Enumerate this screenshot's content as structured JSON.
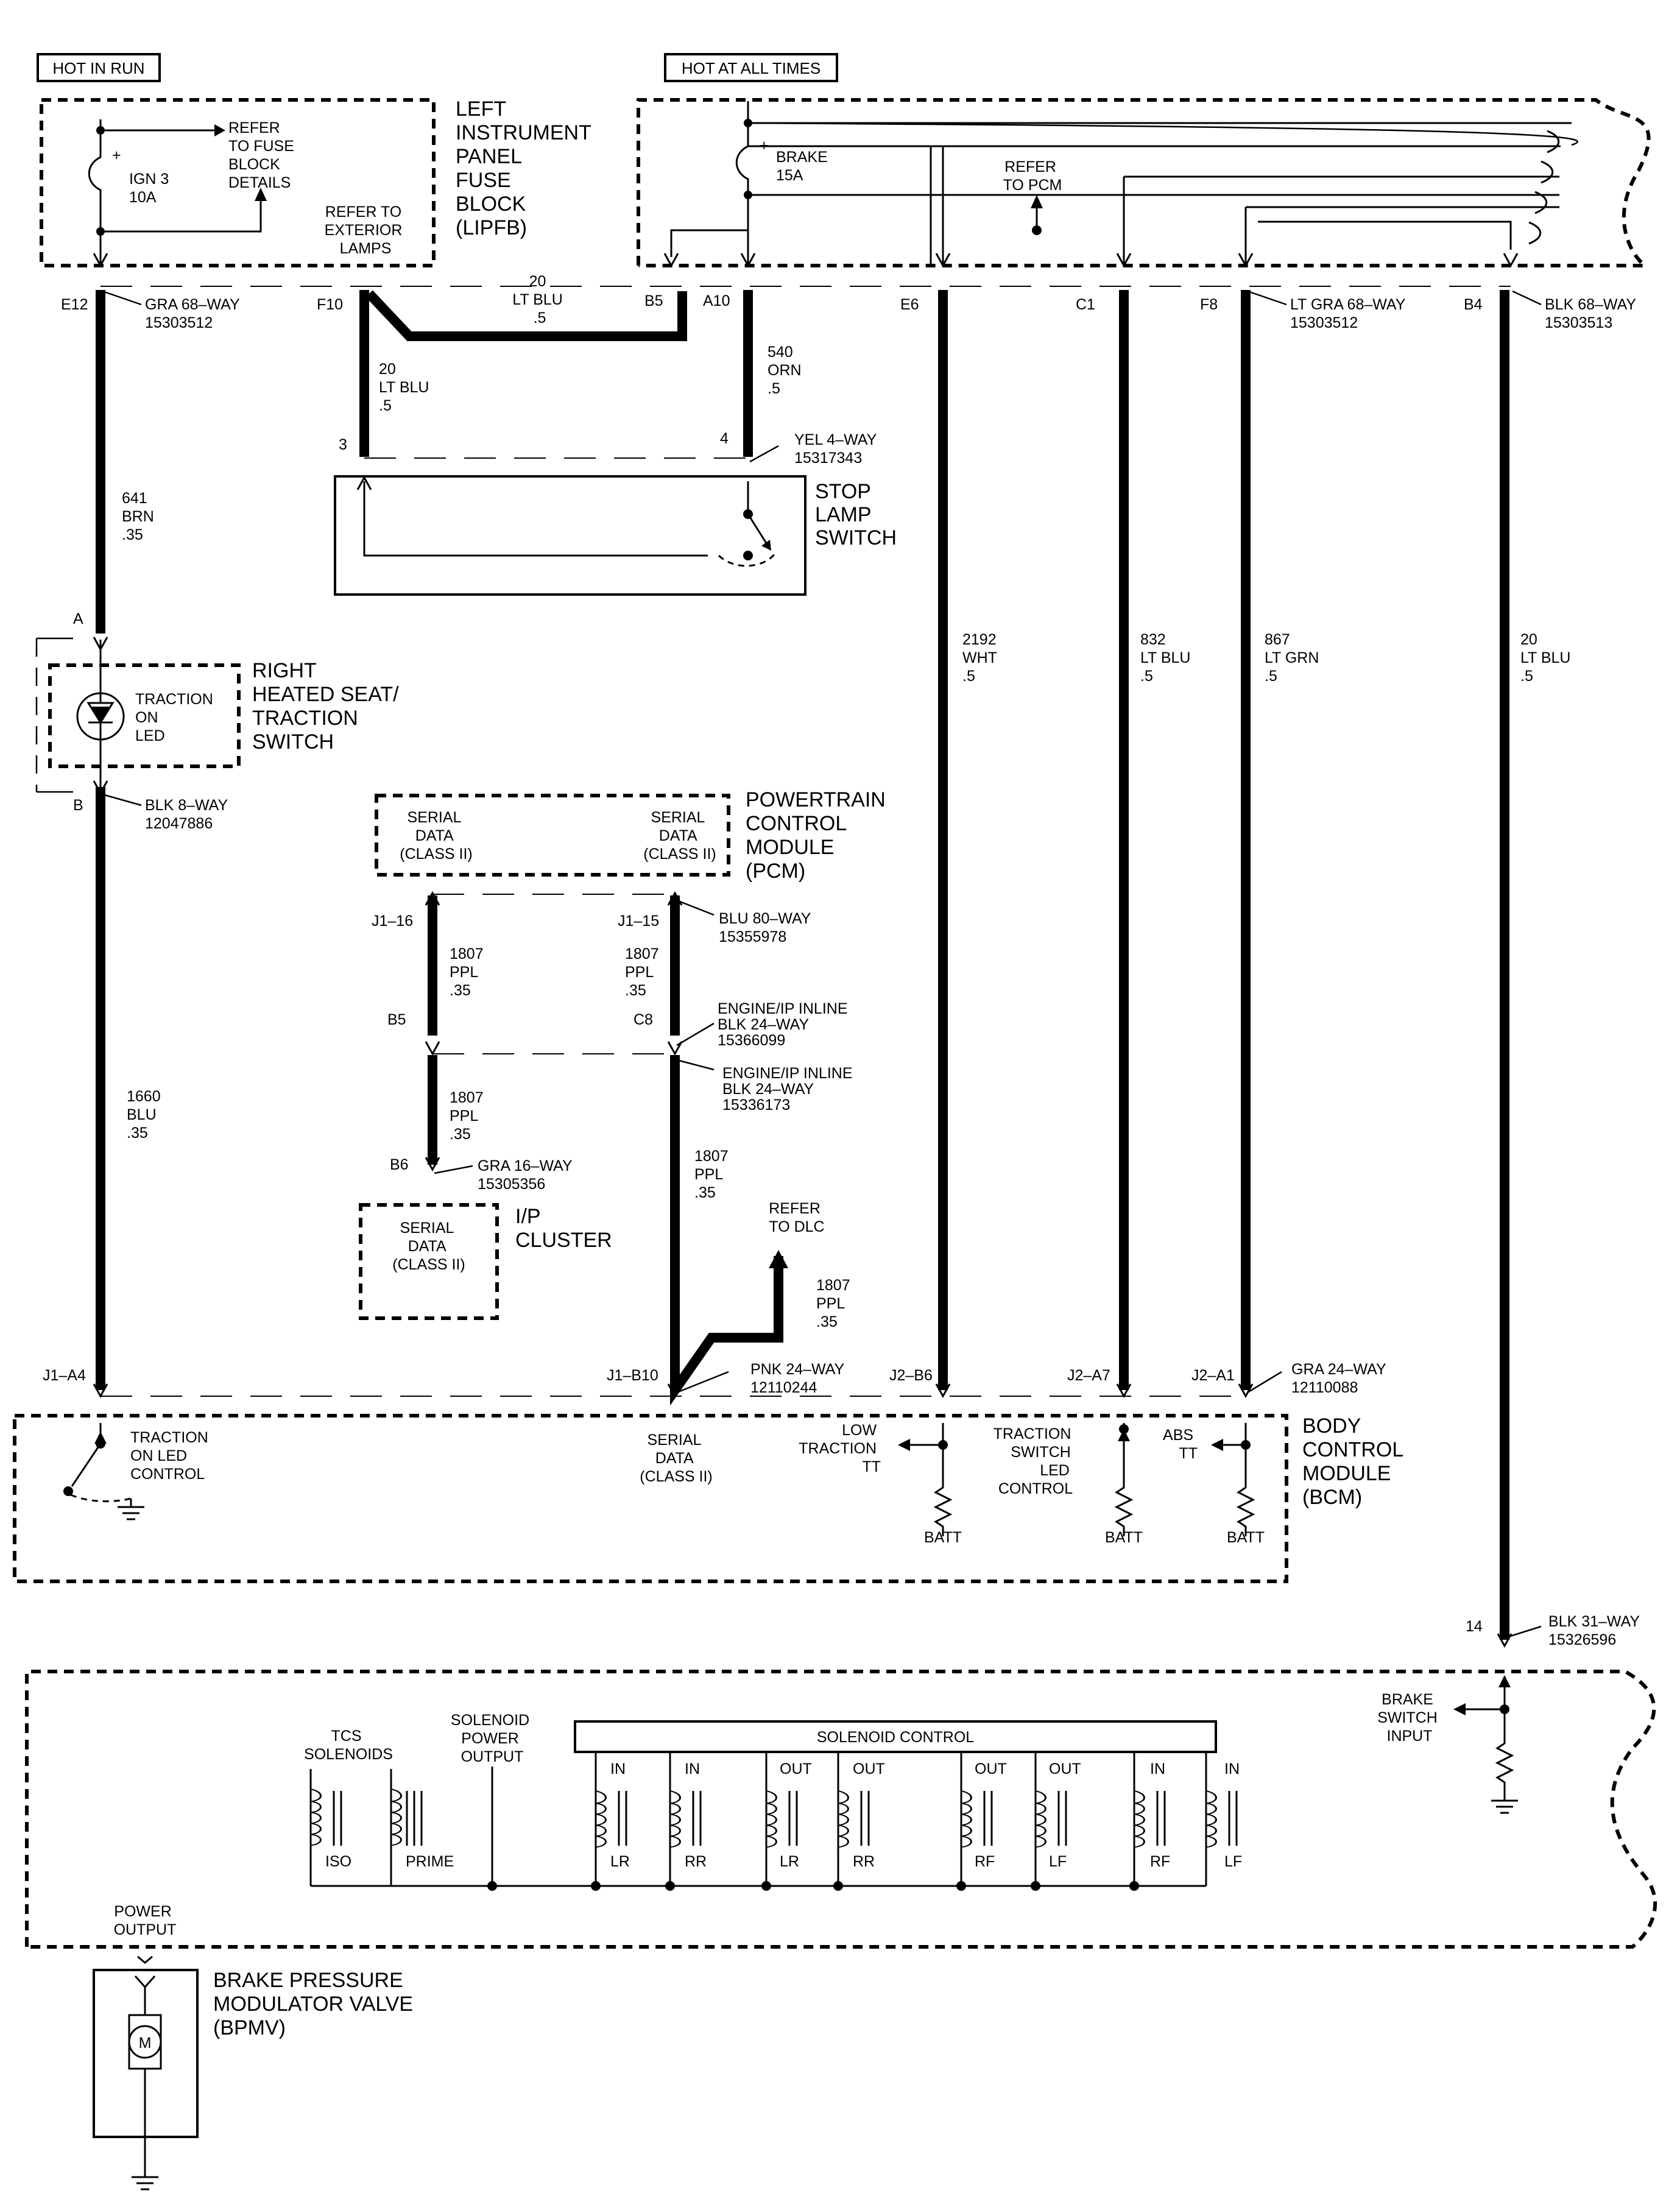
{
  "top": {
    "hot_in_run": "HOT IN RUN",
    "hot_at_all_times": "HOT AT ALL TIMES"
  },
  "lipfb": {
    "title": [
      "LEFT",
      "INSTRUMENT",
      "PANEL",
      "FUSE",
      "BLOCK",
      "(LIPFB)"
    ],
    "ign_fuse": [
      "IGN 3",
      "10A"
    ],
    "brake_fuse": [
      "BRAKE",
      "15A"
    ],
    "refer_fuse": [
      "REFER",
      "TO FUSE",
      "BLOCK",
      "DETAILS"
    ],
    "refer_ext": [
      "REFER TO",
      "EXTERIOR",
      "LAMPS"
    ],
    "refer_pcm": [
      "REFER",
      "TO PCM"
    ],
    "pins": [
      "E12",
      "F10",
      "B5",
      "A10",
      "E6",
      "C1",
      "F8",
      "B4"
    ],
    "conn_left": [
      "GRA 68–WAY",
      "15303512"
    ],
    "conn_right1": [
      "LT GRA 68–WAY",
      "15303512"
    ],
    "conn_right2": [
      "BLK 68–WAY",
      "15303513"
    ]
  },
  "wires": {
    "w641": [
      "641",
      "BRN",
      ".35"
    ],
    "w20_top": [
      "20",
      "LT BLU",
      ".5"
    ],
    "w20_f10": [
      "20",
      "LT BLU",
      ".5"
    ],
    "w540": [
      "540",
      "ORN",
      ".5"
    ],
    "w2192": [
      "2192",
      "WHT",
      ".5"
    ],
    "w832": [
      "832",
      "LT BLU",
      ".5"
    ],
    "w867": [
      "867",
      "LT GRN",
      ".5"
    ],
    "w20_b4": [
      "20",
      "LT BLU",
      ".5"
    ],
    "w1660": [
      "1660",
      "BLU",
      ".35"
    ],
    "w1807_a": [
      "1807",
      "PPL",
      ".35"
    ],
    "w1807_b": [
      "1807",
      "PPL",
      ".35"
    ],
    "w1807_c": [
      "1807",
      "PPL",
      ".35"
    ],
    "w1807_d": [
      "1807",
      "PPL",
      ".35"
    ],
    "w1807_dlc": [
      "1807",
      "PPL",
      ".35"
    ]
  },
  "stop_lamp": {
    "title": [
      "STOP",
      "LAMP",
      "SWITCH"
    ],
    "pin3": "3",
    "pin4": "4",
    "conn": [
      "YEL 4–WAY",
      "15317343"
    ]
  },
  "traction_switch": {
    "title": [
      "RIGHT",
      "HEATED SEAT/",
      "TRACTION",
      "SWITCH"
    ],
    "led": [
      "TRACTION",
      "ON",
      "LED"
    ],
    "pin_a": "A",
    "pin_b": "B",
    "conn": [
      "BLK 8–WAY",
      "12047886"
    ]
  },
  "pcm": {
    "title": [
      "POWERTRAIN",
      "CONTROL",
      "MODULE",
      "(PCM)"
    ],
    "serial_left": [
      "SERIAL",
      "DATA",
      "(CLASS II)"
    ],
    "serial_right": [
      "SERIAL",
      "DATA",
      "(CLASS II)"
    ],
    "pin_j116": "J1–16",
    "pin_j115": "J1–15",
    "conn": [
      "BLU 80–WAY",
      "15355978"
    ]
  },
  "inline": {
    "pin_b5": "B5",
    "pin_c8": "C8",
    "pin_b6": "B6",
    "conn1": [
      "ENGINE/IP INLINE",
      "BLK 24–WAY",
      "15366099"
    ],
    "conn2": [
      "ENGINE/IP INLINE",
      "BLK 24–WAY",
      "15336173"
    ],
    "conn_cluster": [
      "GRA 16–WAY",
      "15305356"
    ]
  },
  "cluster": {
    "title": [
      "I/P",
      "CLUSTER"
    ],
    "serial": [
      "SERIAL",
      "DATA",
      "(CLASS II)"
    ]
  },
  "dlc": {
    "refer": [
      "REFER",
      "TO DLC"
    ]
  },
  "bcm": {
    "title": [
      "BODY",
      "CONTROL",
      "MODULE",
      "(BCM)"
    ],
    "pin_j1a4": "J1–A4",
    "pin_j1b10": "J1–B10",
    "pin_j2b6": "J2–B6",
    "pin_j2a7": "J2–A7",
    "pin_j2a1": "J2–A1",
    "conn_pnk": [
      "PNK 24–WAY",
      "12110244"
    ],
    "conn_gra": [
      "GRA 24–WAY",
      "12110088"
    ],
    "traction_led_control": [
      "TRACTION",
      "ON LED",
      "CONTROL"
    ],
    "serial": [
      "SERIAL",
      "DATA",
      "(CLASS II)"
    ],
    "low_traction": [
      "LOW",
      "TRACTION",
      "TT"
    ],
    "traction_switch_led": [
      "TRACTION",
      "SWITCH",
      "LED",
      "CONTROL"
    ],
    "abs_tt": [
      "ABS",
      "TT"
    ],
    "batt": "BATT"
  },
  "ebcm": {
    "pin_14": "14",
    "conn": [
      "BLK 31–WAY",
      "15326596"
    ],
    "brake_switch_input": [
      "BRAKE",
      "SWITCH",
      "INPUT"
    ],
    "tcs_solenoids": [
      "TCS",
      "SOLENOIDS"
    ],
    "solenoid_power": [
      "SOLENOID",
      "POWER",
      "OUTPUT"
    ],
    "solenoid_control": "SOLENOID CONTROL",
    "power_output": [
      "POWER",
      "OUTPUT"
    ],
    "tcs": [
      "ISO",
      "PRIME"
    ],
    "solenoids": [
      {
        "top": "IN",
        "bottom": "LR"
      },
      {
        "top": "IN",
        "bottom": "RR"
      },
      {
        "top": "OUT",
        "bottom": "LR"
      },
      {
        "top": "OUT",
        "bottom": "RR"
      },
      {
        "top": "OUT",
        "bottom": "RF"
      },
      {
        "top": "OUT",
        "bottom": "LF"
      },
      {
        "top": "IN",
        "bottom": "RF"
      },
      {
        "top": "IN",
        "bottom": "LF"
      }
    ]
  },
  "bpmv": {
    "title": [
      "BRAKE PRESSURE",
      "MODULATOR VALVE",
      "(BPMV)"
    ],
    "motor": "M"
  }
}
